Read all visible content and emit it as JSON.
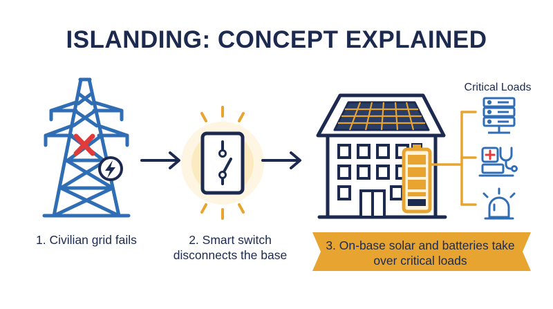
{
  "diagram": {
    "title": "ISLANDING: CONCEPT EXPLAINED",
    "steps": [
      {
        "label": "1. Civilian grid fails"
      },
      {
        "label": "2. Smart switch disconnects the base"
      },
      {
        "label": "3. On-base solar and batteries take over critical loads"
      }
    ],
    "critical_loads_label": "Critical Loads",
    "icons": [
      "transmission-tower-icon",
      "failure-x-icon",
      "lightning-bolt-icon",
      "smart-switch-icon",
      "building-icon",
      "solar-panel-icon",
      "battery-icon",
      "server-rack-icon",
      "medical-equipment-icon",
      "alarm-beacon-icon"
    ],
    "colors": {
      "navy": "#1b2a4e",
      "blue": "#2f6db5",
      "red": "#e03a3a",
      "gold": "#e8a431",
      "banner": "#e8a431"
    }
  }
}
